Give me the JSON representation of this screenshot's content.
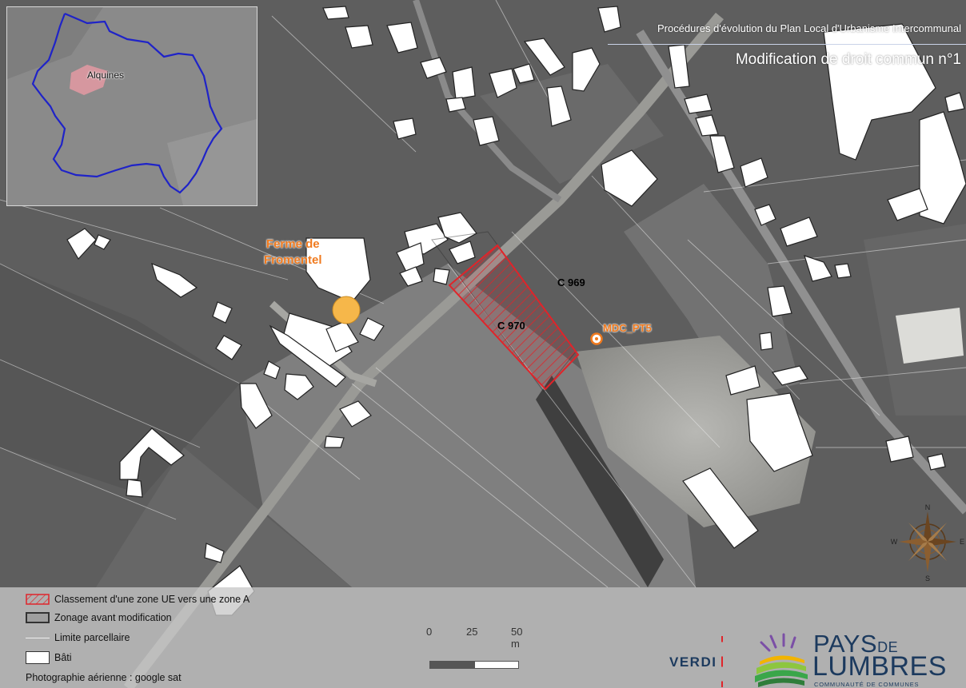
{
  "header": {
    "title": "Procédures d'évolution du Plan Local d'Urbanisme Intercommunal",
    "subtitle": "Modification de droit commun n°1"
  },
  "inset": {
    "commune_label": "Alquines",
    "outline_color": "#1f23c8",
    "highlight_color": "#e89aa4"
  },
  "labels": {
    "ferme_line1": "Ferme de",
    "ferme_line2": "Fromentel",
    "parcel_c969": "C 969",
    "parcel_c970": "C 970",
    "point_mdc": "MDC_PT5"
  },
  "legend": {
    "items": [
      {
        "label": "Classement d'une zone UE vers une zone A",
        "symbol": "red-hatched-polygon"
      },
      {
        "label": "Zonage avant modification",
        "symbol": "dark-outline-polygon"
      },
      {
        "label": "Limite parcellaire",
        "symbol": "thin-white-line"
      },
      {
        "label": "Bâti",
        "symbol": "white-polygon"
      }
    ],
    "credit": "Photographie aérienne : google sat"
  },
  "scale": {
    "ticks": [
      "0",
      "25",
      "50 m"
    ],
    "max_m": 50
  },
  "logos": {
    "verdi": "VERDI",
    "pays": "PAYS",
    "de": "DE",
    "lumbres": "LUMBRES",
    "sub": "COMMUNAUTÉ DE COMMUNES"
  },
  "compass": {
    "n": "N",
    "e": "E",
    "s": "S",
    "w": "W"
  },
  "colors": {
    "zone_red": "#e0242a",
    "orange": "#f07a1e",
    "point_fill": "#f6b74a",
    "navy": "#1c3a5e",
    "verdi_red": "#e0242a"
  }
}
